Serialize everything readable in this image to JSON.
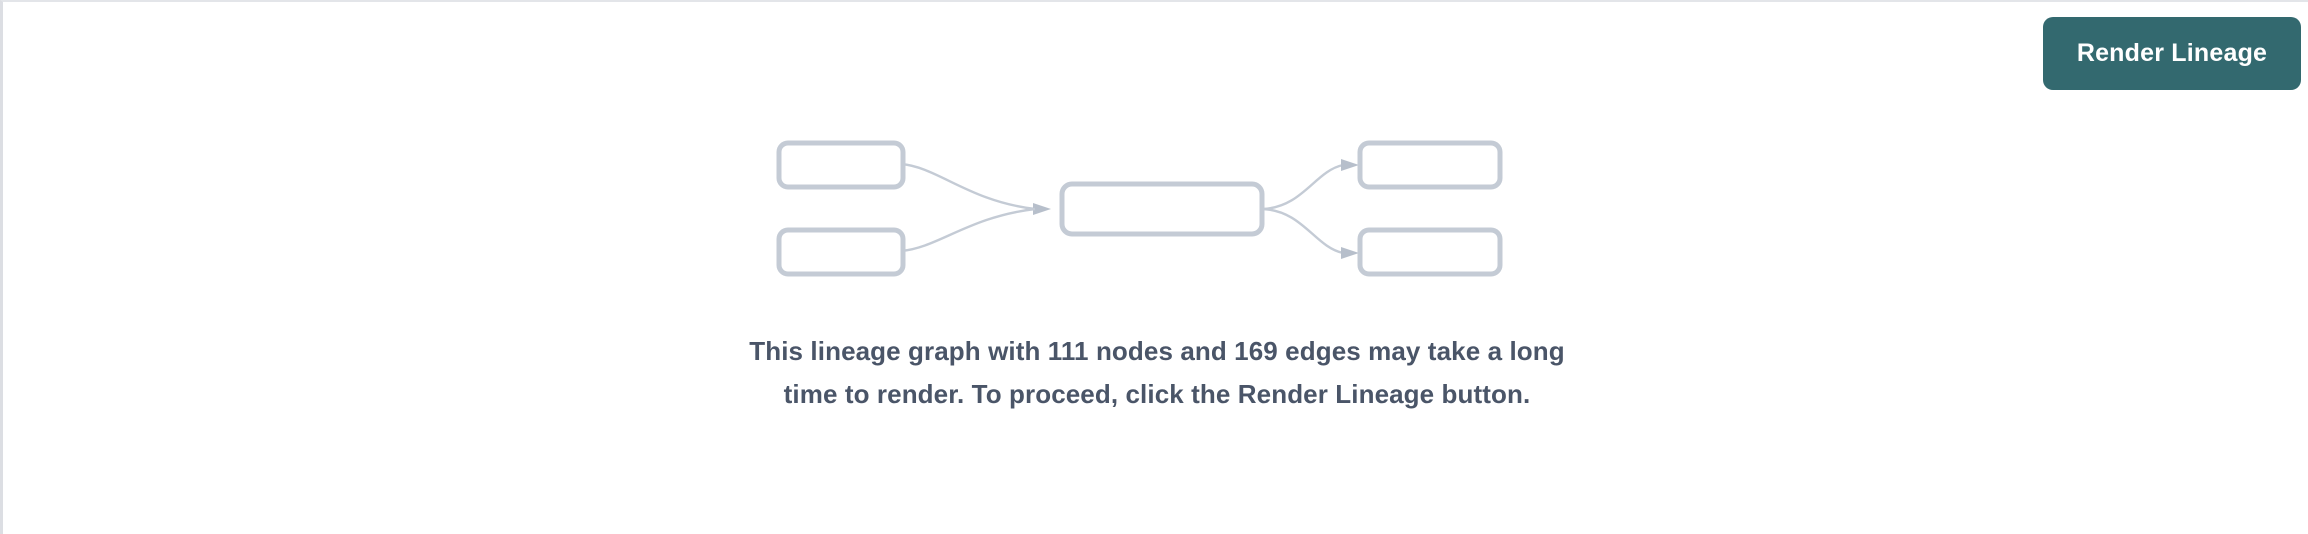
{
  "panel": {
    "name": "lineage-render-prompt"
  },
  "toolbar": {
    "render_button_label": "Render Lineage"
  },
  "message": {
    "text": "This lineage graph with 111 nodes and 169 edges may take a long time to render. To proceed, click the Render Lineage button.",
    "node_count": 111,
    "edge_count": 169
  },
  "illustration": {
    "name": "lineage-graph-placeholder",
    "nodes": [
      {
        "id": "upstream-1",
        "label": "",
        "column": "left",
        "row": 1
      },
      {
        "id": "upstream-2",
        "label": "",
        "column": "left",
        "row": 2
      },
      {
        "id": "focus",
        "label": "",
        "column": "center",
        "row": 1
      },
      {
        "id": "downstream-1",
        "label": "",
        "column": "right",
        "row": 1
      },
      {
        "id": "downstream-2",
        "label": "",
        "column": "right",
        "row": 2
      }
    ],
    "edges": [
      {
        "from": "upstream-1",
        "to": "focus"
      },
      {
        "from": "upstream-2",
        "to": "focus"
      },
      {
        "from": "focus",
        "to": "downstream-1"
      },
      {
        "from": "focus",
        "to": "downstream-2"
      }
    ]
  },
  "colors": {
    "button_background": "#33696f",
    "button_text": "#ffffff",
    "message_text": "#4a5568",
    "node_stroke": "#c4cbd5",
    "edge_stroke": "#c4cbd5",
    "panel_background": "#ffffff",
    "panel_border": "#e3e5e9"
  }
}
